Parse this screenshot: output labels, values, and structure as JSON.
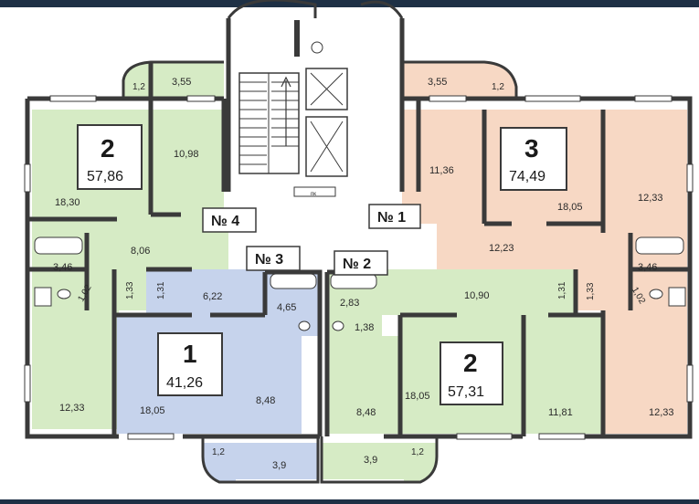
{
  "colors": {
    "green": "#d6ebc5",
    "orange": "#f7d8c4",
    "blue": "#c6d3ec",
    "walls": "#3a3a3a",
    "background": "#ffffff"
  },
  "entries": {
    "n1": "№ 1",
    "n2": "№ 2",
    "n3": "№ 3",
    "n4": "№ 4"
  },
  "apartments": {
    "apt_left_top": {
      "rooms": "2",
      "area": "57,86"
    },
    "apt_right_top": {
      "rooms": "3",
      "area": "74,49"
    },
    "apt_center_left": {
      "rooms": "1",
      "area": "41,26"
    },
    "apt_center_right": {
      "rooms": "2",
      "area": "57,31"
    }
  },
  "room_areas": {
    "lt_balcony_small": "1,2",
    "lt_balcony": "3,55",
    "lt_kitchen": "10,98",
    "lt_room": "18,30",
    "lt_hall": "8,06",
    "lt_bath": "3,46",
    "lt_wc": "1,02",
    "lt_closet": "1,33",
    "lt_bottom_room": "12,33",
    "rt_balcony": "3,55",
    "rt_balcony_small": "1,2",
    "rt_kitchen": "11,36",
    "rt_living": "18,05",
    "rt_room": "12,33",
    "rt_hall": "12,23",
    "rt_bath": "3,46",
    "rt_wc": "1,02",
    "rt_closet": "1,33",
    "rt_bottom_room": "12,33",
    "c1_hall": "6,22",
    "c1_closet": "1,31",
    "c1_bath": "4,65",
    "c1_room": "18,05",
    "c1_kitchen": "8,48",
    "c1_balcony_small": "1,2",
    "c1_balcony": "3,9",
    "c2_bath": "2,83",
    "c2_wc": "1,38",
    "c2_hall": "10,90",
    "c2_closet": "1,31",
    "c2_kitchen": "8,48",
    "c2_room": "18,05",
    "c2_room_small": "11,81",
    "c2_balcony": "3,9",
    "c2_balcony_small": "1,2"
  },
  "stair_sign": "пк"
}
